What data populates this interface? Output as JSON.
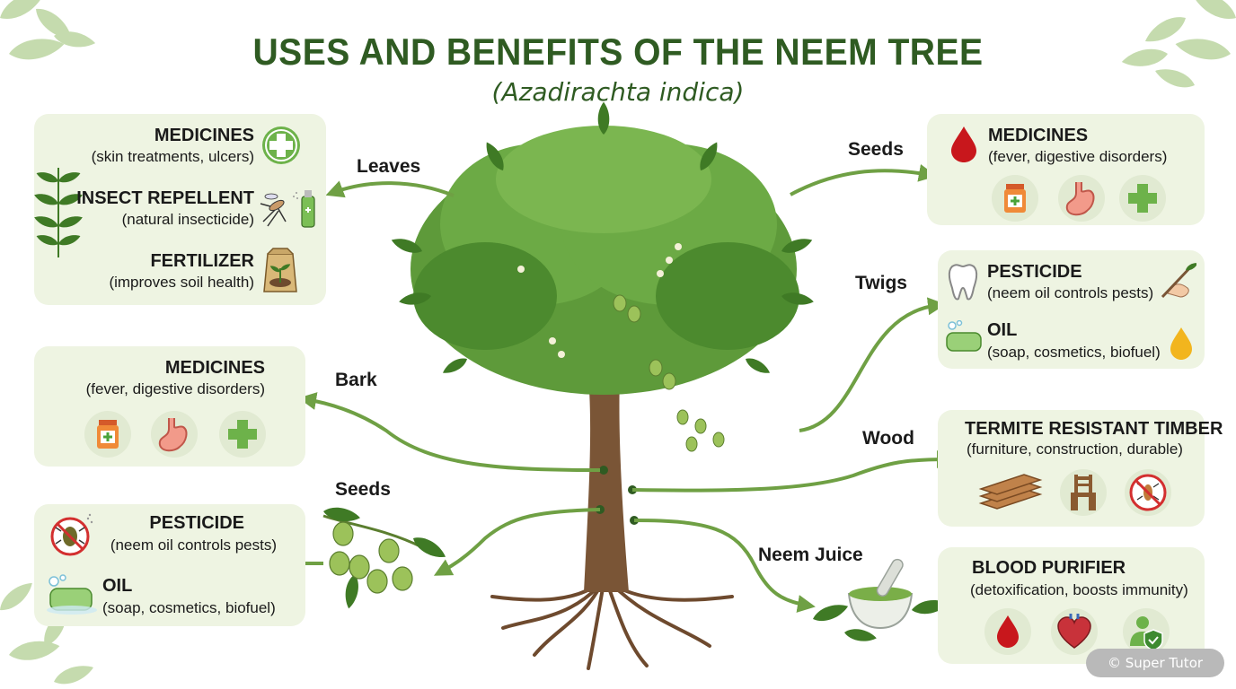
{
  "title": "USES AND BENEFITS OF THE NEEM TREE",
  "subtitle": "(Azadirachta indica)",
  "labels": {
    "leaves": "Leaves",
    "bark": "Bark",
    "seeds_left": "Seeds",
    "seeds_right": "Seeds",
    "twigs": "Twigs",
    "wood": "Wood",
    "neem_juice": "Neem Juice"
  },
  "leaves_box": [
    {
      "title": "MEDICINES",
      "desc": "(skin treatments, ulcers)",
      "icon": "medical-cross-icon"
    },
    {
      "title": "INSECT REPELLENT",
      "desc": "(natural insecticide)",
      "icon": "mosquito-spray-icon"
    },
    {
      "title": "FERTILIZER",
      "desc": "(improves soil health)",
      "icon": "fertilizer-bag-icon"
    }
  ],
  "bark_box": {
    "title": "MEDICINES",
    "desc": "(fever, digestive disorders)",
    "icons": [
      "medicine-bottle-icon",
      "stomach-icon",
      "medical-cross-icon"
    ]
  },
  "seeds_left_box": [
    {
      "title": "PESTICIDE",
      "desc": "(neem oil controls pests)",
      "icon": "no-bug-icon"
    },
    {
      "title": "OIL",
      "desc": "(soap, cosmetics, biofuel)",
      "icon": "soap-icon"
    }
  ],
  "seeds_right_box": {
    "title": "MEDICINES",
    "desc": "(fever, digestive disorders)",
    "icons": [
      "medicine-bottle-icon",
      "stomach-icon",
      "medical-cross-icon"
    ],
    "lead_icon": "blood-drop-icon"
  },
  "twigs_box": [
    {
      "title": "PESTICIDE",
      "desc": "(neem oil controls pests)",
      "icon": "tooth-icon"
    },
    {
      "title": "OIL",
      "desc": "(soap, cosmetics, biofuel)",
      "icon": "soap-icon"
    }
  ],
  "wood_box": {
    "title": "TERMITE RESISTANT TIMBER",
    "desc": "(furniture, construction, durable)",
    "icons": [
      "wood-planks-icon",
      "chair-icon",
      "no-termite-icon"
    ]
  },
  "juice_box": {
    "title": "BLOOD PURIFIER",
    "desc": "(detoxification, boosts immunity)",
    "icons": [
      "blood-drop-icon",
      "heart-icon",
      "immune-shield-icon"
    ]
  },
  "watermark": "© Super Tutor",
  "colors": {
    "title": "#2f5b22",
    "box": "#eef4e2",
    "arrow": "#6fa044",
    "leaf": "#4c8a2e",
    "trunk": "#7a5536"
  }
}
